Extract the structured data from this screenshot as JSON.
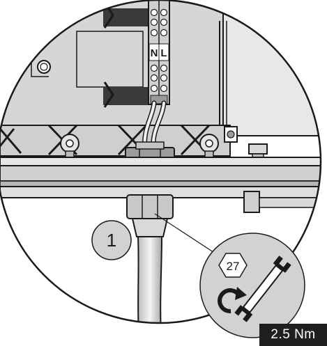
{
  "terminal": {
    "neutral": "N",
    "line": "L"
  },
  "callout": {
    "number": "1"
  },
  "tool": {
    "size": "27"
  },
  "torque": {
    "value": "2.5 Nm"
  },
  "icons": [
    "wrench-icon",
    "hexagon-nut-icon",
    "rotate-clockwise-icon"
  ],
  "colors": {
    "panel_grey": "#d2d2d2",
    "line": "#1a1a1a",
    "badge": "#1f1f1f",
    "background": "#ffffff"
  }
}
